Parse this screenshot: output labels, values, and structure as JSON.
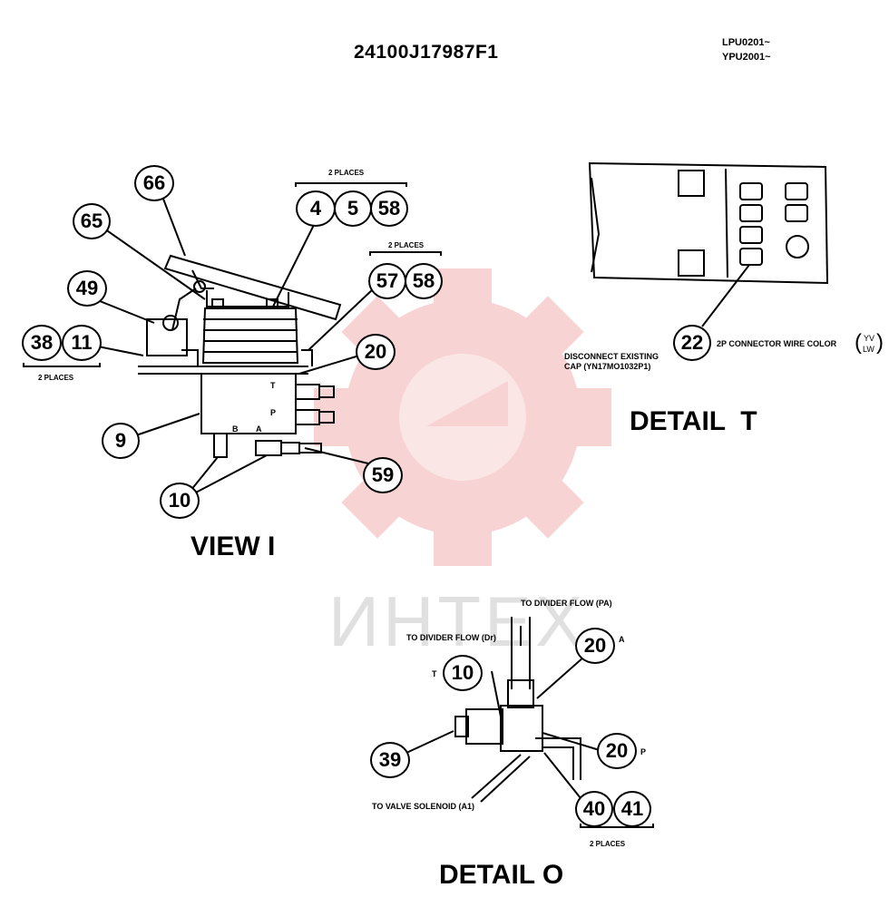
{
  "header": {
    "part_number": "24100J17987F1",
    "serial_1": "LPU0201~",
    "serial_2": "YPU2001~"
  },
  "watermark": {
    "text": "ИНТЕХ",
    "color": "#f4c6c6"
  },
  "view_i": {
    "title": "VIEW I",
    "callouts": [
      "66",
      "65",
      "49",
      "38",
      "11",
      "4",
      "5",
      "58",
      "57",
      "58",
      "20",
      "9",
      "59",
      "10"
    ],
    "two_places_labels": [
      "2 PLACES",
      "2 PLACES",
      "2 PLACES"
    ],
    "port_labels": {
      "t": "T",
      "p": "P",
      "b": "B",
      "a": "A"
    }
  },
  "detail_t": {
    "title": "DETAIL  T",
    "callout": "22",
    "connector_note": "2P CONNECTOR WIRE COLOR",
    "wire_top": "YV",
    "wire_bottom": "LW",
    "disconnect_line1": "DISCONNECT EXISTING",
    "disconnect_line2": "CAP (YN17MO1032P1)"
  },
  "detail_o": {
    "title": "DETAIL O",
    "callouts": [
      "10",
      "20",
      "20",
      "39",
      "40",
      "41"
    ],
    "letters": {
      "a": "A",
      "p": "P",
      "t": "T"
    },
    "to_pa": "TO DIVIDER FLOW (PA)",
    "to_dr": "TO DIVIDER FLOW (Dr)",
    "to_solenoid": "TO VALVE SOLENOID (A1)",
    "two_places": "2 PLACES"
  }
}
